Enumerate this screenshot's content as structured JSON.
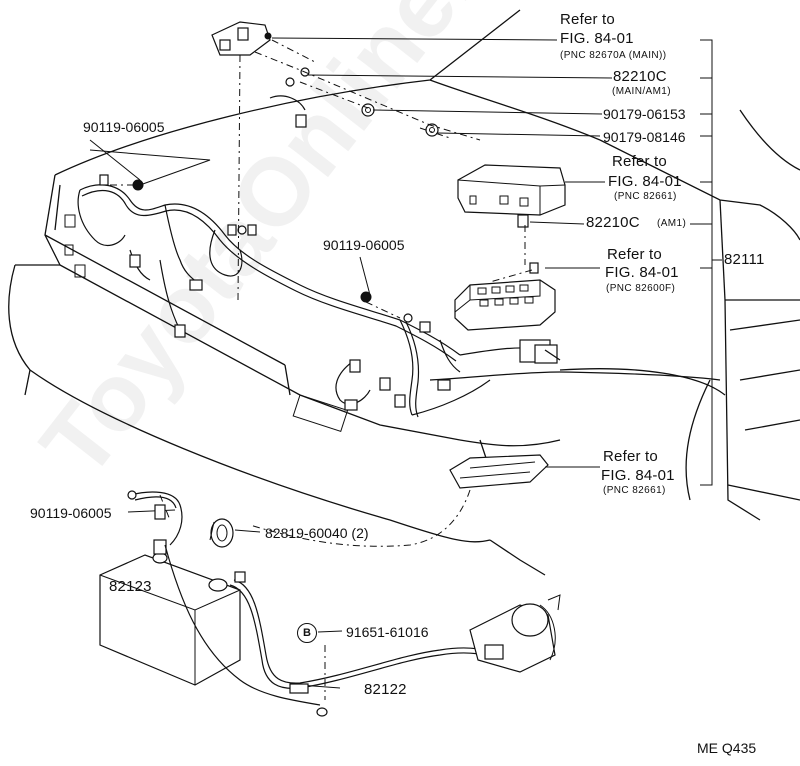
{
  "watermark": "ToyotaOnlineMinica",
  "labels": {
    "refer_main_1": "Refer to",
    "refer_main_2": "FIG. 84-01",
    "refer_main_3": "(PNC 82670A (MAIN))",
    "part_82210c_main": "82210C",
    "part_82210c_main_sub": "(MAIN/AM1)",
    "part_90179_06153": "90179-06153",
    "part_90179_08146": "90179-08146",
    "part_90119_top": "90119-06005",
    "refer_82661_a_1": "Refer to",
    "refer_82661_a_2": "FIG. 84-01",
    "refer_82661_a_3": "(PNC 82661)",
    "part_82210c_am1": "82210C",
    "part_82210c_am1_sub": "(AM1)",
    "part_90119_mid": "90119-06005",
    "refer_82600f_1": "Refer to",
    "refer_82600f_2": "FIG. 84-01",
    "refer_82600f_3": "(PNC 82600F)",
    "part_82111": "82111",
    "refer_82661_b_1": "Refer to",
    "refer_82661_b_2": "FIG. 84-01",
    "refer_82661_b_3": "(PNC 82661)",
    "part_90119_low": "90119-06005",
    "part_82819": "82819-60040 (2)",
    "part_82123": "82123",
    "callout_b": "B",
    "part_91651": "91651-61016",
    "part_82122": "82122",
    "footer_code": "ME  Q435"
  }
}
